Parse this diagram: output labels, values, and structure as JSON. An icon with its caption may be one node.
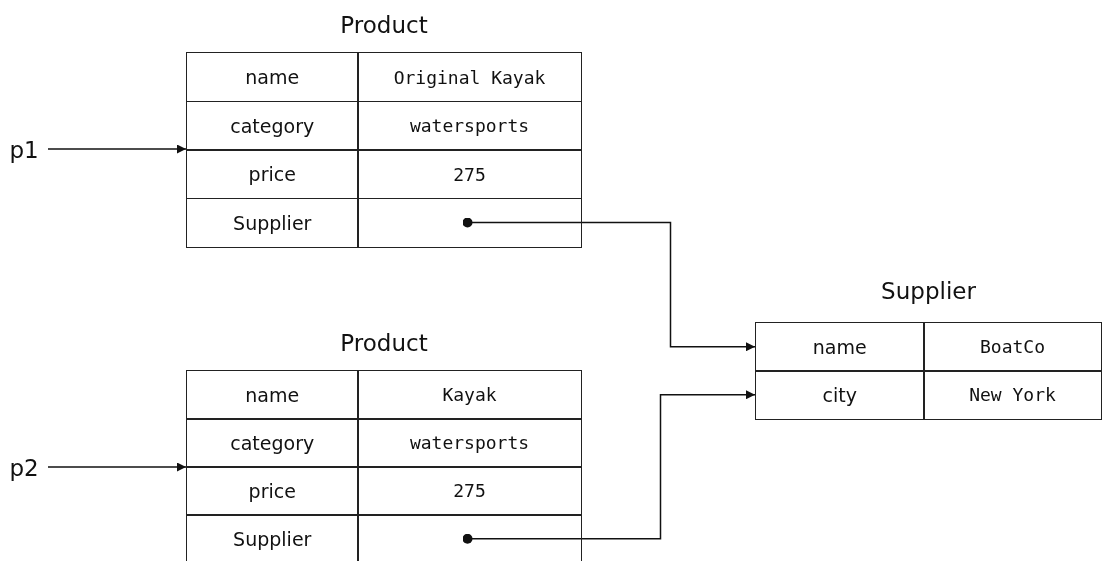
{
  "diagram": {
    "nodes": [
      {
        "text": [
          "Product"
        ]
      },
      {
        "text": [
          "name"
        ],
        "in": 0
      },
      {
        "text": [
          "Original Kayak"
        ],
        "in": 0
      },
      {
        "text": [
          "category"
        ],
        "in": 0
      },
      {
        "text": [
          "watersports"
        ],
        "in": 0
      },
      {
        "text": [
          "price"
        ],
        "in": 0
      },
      {
        "text": [
          "275"
        ],
        "in": 0
      },
      {
        "text": [
          "Supplier"
        ],
        "in": 0
      },
      {
        "text": [],
        "shape": "box",
        "in": 0
      },
      {
        "text": [
          "p1"
        ]
      },
      {
        "text": [
          "Supplier"
        ]
      },
      {
        "text": [
          "name"
        ],
        "in": 10
      },
      {
        "text": [
          "BoatCo"
        ],
        "in": 10
      },
      {
        "text": [
          "city"
        ],
        "in": 10
      },
      {
        "text": [
          "New York"
        ],
        "in": 10
      },
      {
        "text": [
          "Product"
        ]
      },
      {
        "text": [
          "name"
        ],
        "in": 15
      },
      {
        "text": [
          "Kayak"
        ],
        "in": 15
      },
      {
        "text": [
          "category"
        ],
        "in": 15
      },
      {
        "text": [
          "watersports"
        ],
        "in": 15
      },
      {
        "text": [
          "price"
        ],
        "in": 15
      },
      {
        "text": [
          "275"
        ],
        "in": 15
      },
      {
        "text": [
          "Supplier"
        ],
        "in": 15
      },
      {
        "text": [],
        "shape": "box",
        "in": 15
      },
      {
        "text": [
          "p2"
        ]
      }
    ],
    "edges": [
      {
        "from": 9,
        "to": 0,
        "arrow": "to"
      },
      {
        "from": 24,
        "to": 15,
        "arrow": "to"
      },
      {
        "from": 8,
        "to": 11,
        "arrow": "to"
      },
      {
        "from": 23,
        "to": 13,
        "arrow": "to"
      }
    ]
  }
}
